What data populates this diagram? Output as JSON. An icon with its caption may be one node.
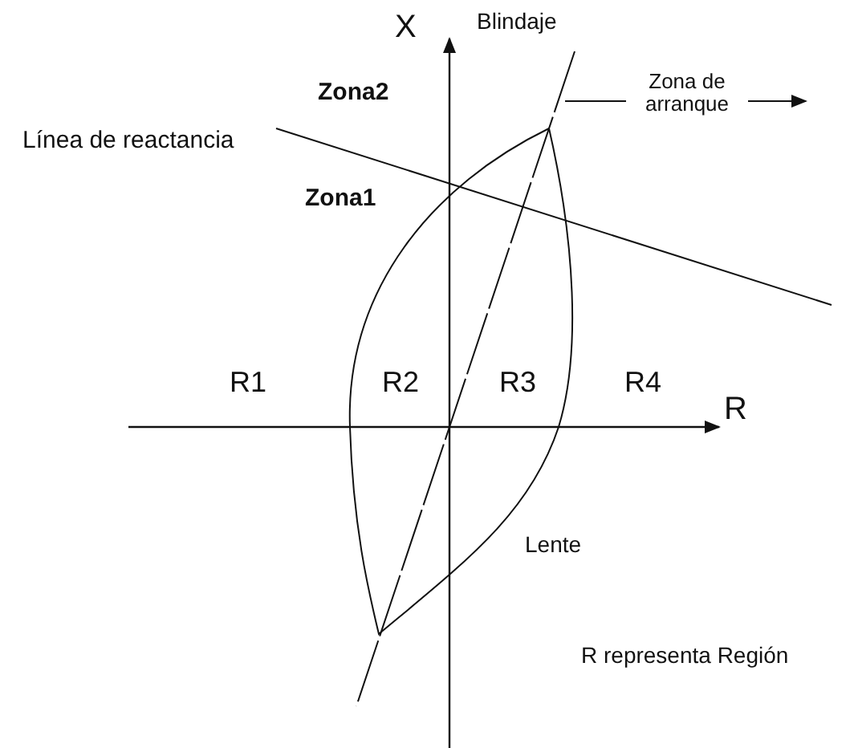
{
  "diagram": {
    "labels": [
      "X",
      "Blindaje",
      "Zona de arranque",
      "Zona2",
      "Línea de reactancia",
      "Zona1",
      "R1",
      "R2",
      "R3",
      "R4",
      "R",
      "Lente",
      "R representa Región"
    ]
  }
}
